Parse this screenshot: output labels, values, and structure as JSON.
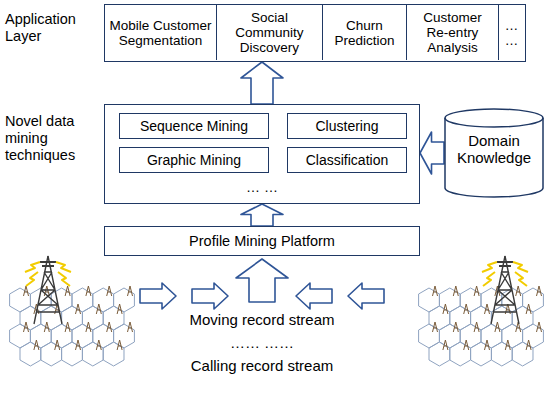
{
  "diagram": {
    "nodes": [
      {
        "text": [
          "Application Layer"
        ]
      },
      {
        "text": [
          "Mobile Customer Segmentation"
        ],
        "in": 0
      },
      {
        "text": [
          "Social Community Discovery"
        ],
        "in": 0
      },
      {
        "text": [
          "Churn Prediction"
        ],
        "in": 0
      },
      {
        "text": [
          "Customer Re-entry Analysis"
        ],
        "in": 0
      },
      {
        "text": [
          "… …"
        ],
        "in": 0
      },
      {
        "text": [
          "Novel data mining techniques",
          "… …"
        ]
      },
      {
        "text": [
          "Sequence Mining"
        ],
        "in": 6
      },
      {
        "text": [
          "Clustering"
        ],
        "in": 6
      },
      {
        "text": [
          "Graphic Mining"
        ],
        "in": 6
      },
      {
        "text": [
          "Classification"
        ],
        "in": 6
      },
      {
        "text": [
          "Domain Knowledge"
        ]
      },
      {
        "text": [
          "Profile Mining Platform"
        ]
      }
    ],
    "edges": [
      {
        "from": 11,
        "to": 6,
        "arrow": "to"
      },
      {
        "from": 6,
        "to": 0,
        "arrow": "to"
      },
      {
        "from": 12,
        "to": 6,
        "arrow": "to"
      }
    ],
    "labels": [
      "Moving record stream",
      "…… ……",
      "Calling record stream"
    ]
  }
}
